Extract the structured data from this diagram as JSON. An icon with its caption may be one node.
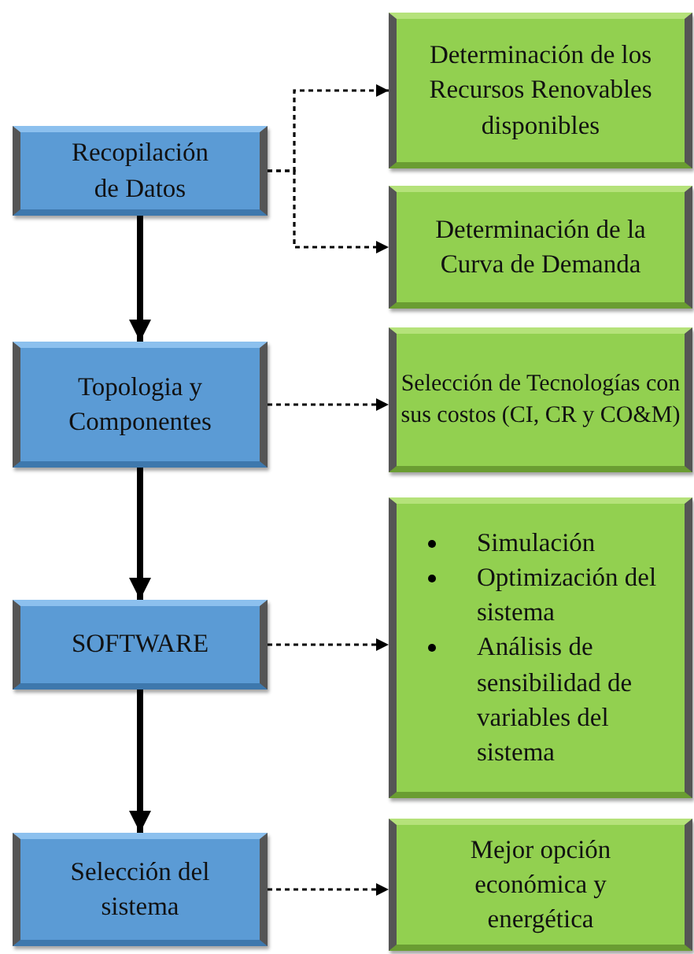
{
  "diagram": {
    "nodes": [
      {
        "text": [
          "Recopilación de Datos"
        ]
      },
      {
        "text": [
          "Determinación de los Recursos Renovables disponibles"
        ]
      },
      {
        "text": [
          "Determinación de la Curva de Demanda"
        ]
      },
      {
        "text": [
          "Topologia y Componentes"
        ]
      },
      {
        "text": [
          "Selección de Tecnologías con sus costos (CI, CR y CO&M)"
        ]
      },
      {
        "text": [
          "SOFTWARE"
        ]
      },
      {
        "text": [
          "Simulación",
          "Optimización del sistema",
          "Análisis de sensibilidad de variables del sistema"
        ]
      },
      {
        "text": [
          "Selección del sistema"
        ]
      },
      {
        "text": [
          "Mejor opción económica y energética"
        ]
      }
    ],
    "edges": [
      {
        "from": 0,
        "to": 1,
        "arrow": "to",
        "style": "dashed"
      },
      {
        "from": 0,
        "to": 2,
        "arrow": "to",
        "style": "dashed"
      },
      {
        "from": 0,
        "to": 3,
        "arrow": "to",
        "style": "thick"
      },
      {
        "from": 3,
        "to": 4,
        "arrow": "to",
        "style": "dashed"
      },
      {
        "from": 3,
        "to": 5,
        "arrow": "to",
        "style": "thick"
      },
      {
        "from": 5,
        "to": 6,
        "arrow": "to",
        "style": "dashed"
      },
      {
        "from": 5,
        "to": 7,
        "arrow": "to",
        "style": "thick"
      },
      {
        "from": 7,
        "to": 8,
        "arrow": "to",
        "style": "dashed"
      }
    ]
  }
}
